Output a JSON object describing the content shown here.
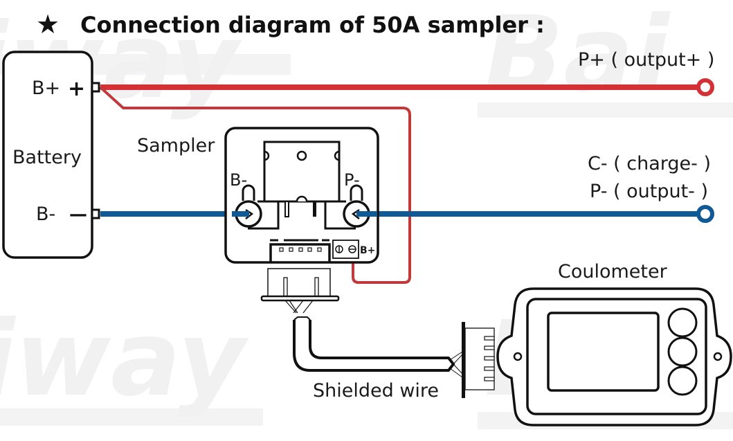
{
  "title": {
    "icon": "star-icon",
    "icon_glyph": "★",
    "text": "Connection diagram of 50A sampler :"
  },
  "watermark": {
    "text": "Baiway",
    "fragments": [
      "Baiway",
      "Bai",
      "iway",
      "Bai"
    ]
  },
  "battery": {
    "label": "Battery",
    "positive_terminal": "B+",
    "positive_symbol": "+",
    "negative_terminal": "B-",
    "negative_symbol": "—"
  },
  "sampler": {
    "label": "Sampler",
    "terminal_left": "B-",
    "terminal_right": "P-",
    "connector_bplus": "B+",
    "connector_pins": 5
  },
  "outputs": {
    "positive": "P+ ( output+ )",
    "charge_negative": "C- ( charge- )",
    "output_negative": "P- ( output- )"
  },
  "cable": {
    "label": "Shielded wire"
  },
  "coulometer": {
    "label": "Coulometer",
    "buttons": 3
  },
  "colors": {
    "positive_wire": "#d33135",
    "negative_wire": "#0f5a96",
    "sense_wire": "#c0393b",
    "outline": "#111111"
  }
}
